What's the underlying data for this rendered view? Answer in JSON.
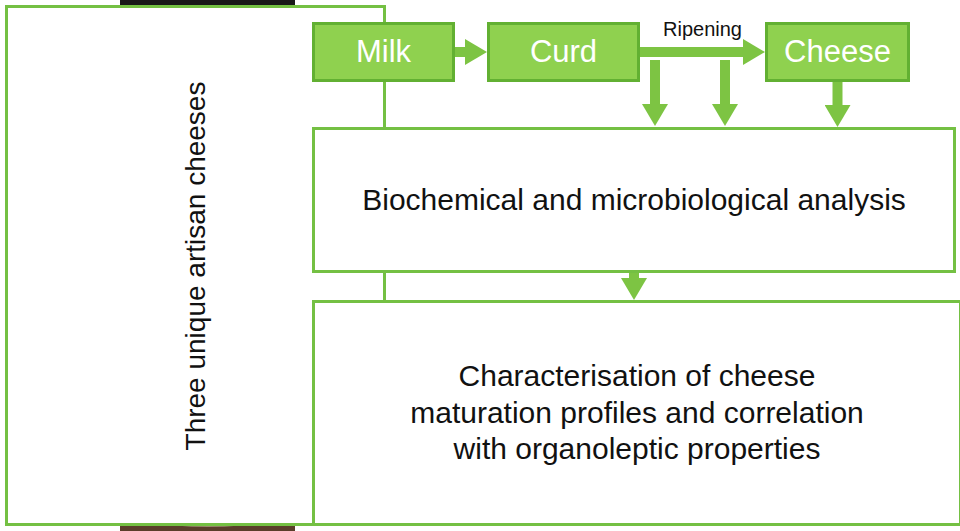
{
  "diagram": {
    "nodes": [
      {
        "text": [
          "Three unique artisan cheeses"
        ]
      },
      {
        "text": [
          "Milk"
        ]
      },
      {
        "text": [
          "Curd"
        ]
      },
      {
        "text": [
          "Cheese"
        ]
      },
      {
        "text": [
          "Biochemical and microbiological analysis"
        ]
      },
      {
        "text": [
          "Characterisation of cheese maturation profiles and correlation with organoleptic properties"
        ]
      }
    ],
    "edges": [
      {
        "from": 1,
        "to": 2,
        "arrow": "to"
      },
      {
        "from": 2,
        "to": 3,
        "label": "Ripening",
        "arrow": "to"
      },
      {
        "from": 3,
        "to": 4,
        "arrow": "to"
      },
      {
        "from": 4,
        "to": 5,
        "arrow": "to"
      }
    ]
  }
}
